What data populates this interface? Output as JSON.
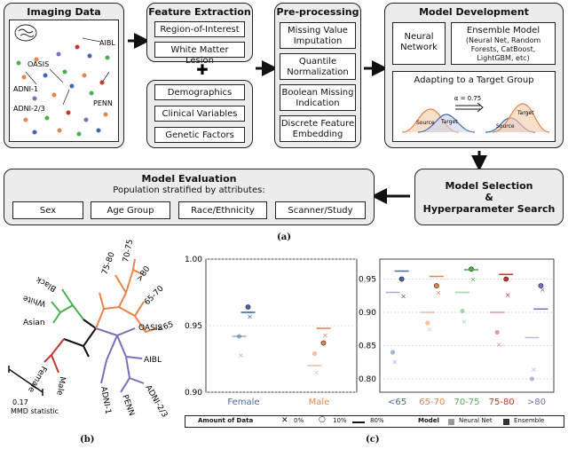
{
  "imaging": {
    "title": "Imaging Data",
    "sites": [
      "AIBL",
      "OASIS",
      "ADNI-1",
      "ADNI-2/3",
      "PENN"
    ]
  },
  "feature_extraction": {
    "title": "Feature Extraction",
    "items": [
      "Region-of-Interest",
      "White Matter Lesion"
    ]
  },
  "clinical": {
    "items": [
      "Demographics",
      "Clinical Variables",
      "Genetic Factors"
    ]
  },
  "preprocessing": {
    "title": "Pre-processing",
    "items": [
      "Missing Value Imputation",
      "Quantile Normalization",
      "Boolean Missing Indication",
      "Discrete Feature Embedding"
    ]
  },
  "model_dev": {
    "title": "Model Development",
    "neural": "Neural Network",
    "ensemble_title": "Ensemble Model",
    "ensemble_detail": "(Neural Net, Random Forests, CatBoost, LightGBM, etc)",
    "adapt_title": "Adapting to a Target Group",
    "alpha": "α = 0.75",
    "source": "Source",
    "target": "Target"
  },
  "model_selection": {
    "line1": "Model Selection",
    "line2": "&",
    "line3": "Hyperparameter Search"
  },
  "evaluation": {
    "title": "Model Evaluation",
    "subtitle": "Population stratified by attributes:",
    "attributes": [
      "Sex",
      "Age Group",
      "Race/Ethnicity",
      "Scanner/Study"
    ]
  },
  "labels": {
    "a": "(a)",
    "b": "(b)",
    "c": "(c)"
  },
  "tree": {
    "leaves": [
      "75-80",
      "70-75",
      ">80",
      "65-70",
      "<65",
      "Black",
      "White",
      "Asian",
      "OASIS",
      "AIBL",
      "ADNI-2/3",
      "PENN",
      "ADNI-1",
      "Male",
      "Female"
    ],
    "scale_value": "0.17",
    "scale_label": "MMD statistic",
    "colors": {
      "age": "#e8844a",
      "race": "#4caf50",
      "site": "#7b6fb8",
      "sex": "#c0392b"
    }
  },
  "chart_data": [
    {
      "type": "scatter",
      "title": "",
      "categories": [
        "Female",
        "Male"
      ],
      "category_colors": [
        "#4466aa",
        "#e8844a"
      ],
      "ylim": [
        0.9,
        1.0
      ],
      "yticks": [
        "0.90",
        "0.95",
        "1.00"
      ],
      "series": [
        {
          "model": "Neural Net",
          "amount": "0%",
          "values": [
            0.928,
            0.915
          ]
        },
        {
          "model": "Neural Net",
          "amount": "10%",
          "values": [
            0.942,
            0.929
          ]
        },
        {
          "model": "Neural Net",
          "amount": "80%",
          "values": [
            0.942,
            0.92
          ]
        },
        {
          "model": "Ensemble",
          "amount": "0%",
          "values": [
            0.957,
            0.943
          ]
        },
        {
          "model": "Ensemble",
          "amount": "10%",
          "values": [
            0.964,
            0.937
          ]
        },
        {
          "model": "Ensemble",
          "amount": "80%",
          "values": [
            0.96,
            0.948
          ]
        }
      ]
    },
    {
      "type": "scatter",
      "title": "",
      "categories": [
        "<65",
        "65-70",
        "70-75",
        "75-80",
        ">80"
      ],
      "category_colors": [
        "#4466aa",
        "#e8844a",
        "#4caf50",
        "#c0392b",
        "#7b6fb8"
      ],
      "ylim": [
        0.78,
        0.98
      ],
      "yticks": [
        "0.80",
        "0.85",
        "0.90",
        "0.95"
      ],
      "series": [
        {
          "model": "Neural Net",
          "amount": "0%",
          "values": [
            0.826,
            0.875,
            0.887,
            0.852,
            0.815
          ]
        },
        {
          "model": "Neural Net",
          "amount": "10%",
          "values": [
            0.84,
            0.884,
            0.902,
            0.87,
            0.8
          ]
        },
        {
          "model": "Neural Net",
          "amount": "80%",
          "values": [
            0.93,
            0.9,
            0.93,
            0.9,
            0.862
          ]
        },
        {
          "model": "Ensemble",
          "amount": "0%",
          "values": [
            0.925,
            0.93,
            0.95,
            0.927,
            0.935
          ]
        },
        {
          "model": "Ensemble",
          "amount": "10%",
          "values": [
            0.95,
            0.94,
            0.965,
            0.95,
            0.94
          ]
        },
        {
          "model": "Ensemble",
          "amount": "80%",
          "values": [
            0.962,
            0.954,
            0.964,
            0.957,
            0.905
          ]
        }
      ]
    }
  ],
  "legend": {
    "amount_title": "Amount of Data",
    "amounts": [
      "0%",
      "10%",
      "80%"
    ],
    "model_title": "Model",
    "models": [
      "Neural Net",
      "Ensemble"
    ]
  }
}
